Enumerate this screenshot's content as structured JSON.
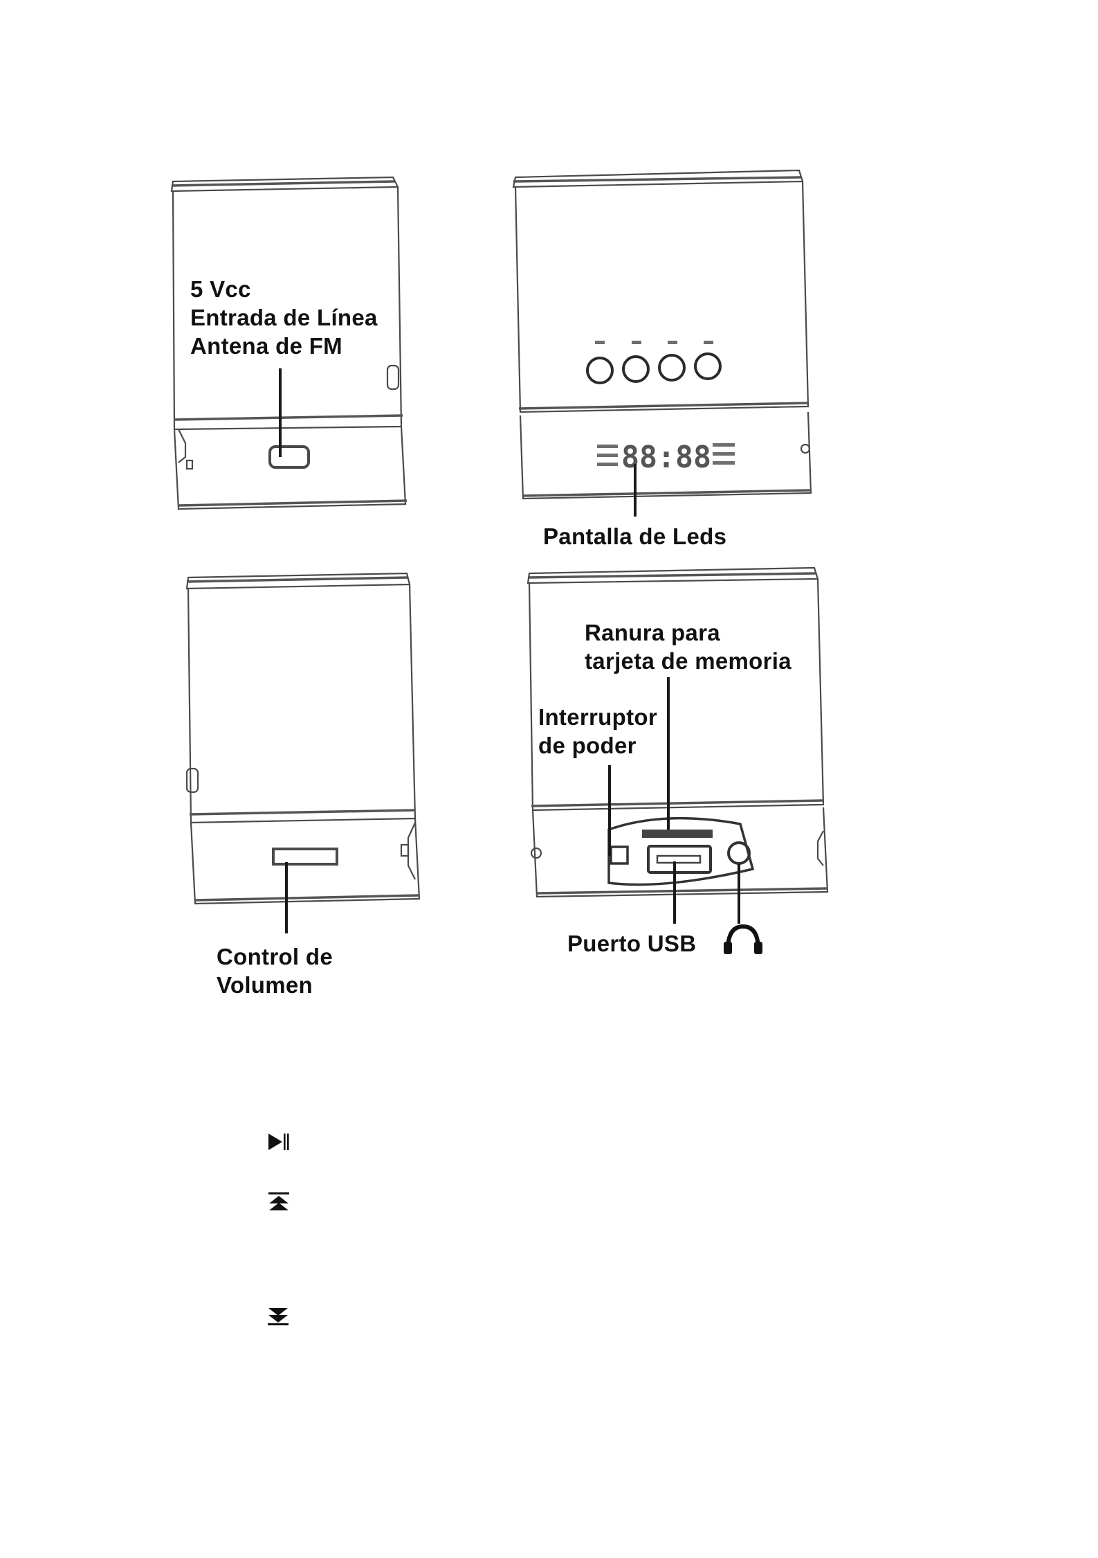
{
  "labels": {
    "back_left_lines": [
      "5 Vcc",
      "Entrada de Línea",
      "Antena de FM"
    ],
    "front_display": "Pantalla de Leds",
    "side_volume_lines": [
      "Control de",
      "Volumen"
    ],
    "memory_slot_lines": [
      "Ranura para",
      "tarjeta de memoria"
    ],
    "power_switch_lines": [
      "Interruptor",
      "de poder"
    ],
    "usb_port": "Puerto USB"
  },
  "icons": {
    "headphone": "headphone-icon",
    "play_pause": "play-pause-icon",
    "previous": "skip-up-icon",
    "next": "skip-down-icon"
  },
  "led_display_text": "88:88"
}
